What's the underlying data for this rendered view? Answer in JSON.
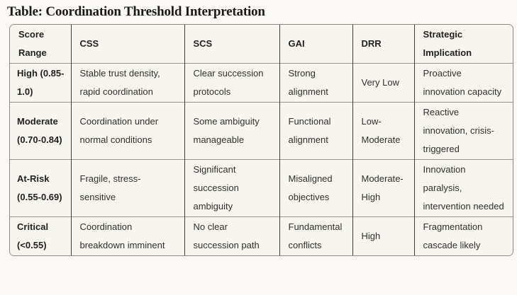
{
  "title": "Table: Coordination Threshold Interpretation",
  "colors": {
    "page_background": "#faf9f5",
    "cell_background": "#f6f5ef",
    "outer_border": "#8b8a82",
    "vertical_divider": "#3e3d39",
    "horizontal_divider": "#95948c",
    "title_text": "#1b1a17",
    "body_text": "#31302c"
  },
  "table": {
    "columns": [
      "Score Range",
      "CSS",
      "SCS",
      "GAI",
      "DRR",
      "Strategic Implication"
    ],
    "rows": [
      [
        "High (0.85-1.0)",
        "Stable trust density, rapid coordination",
        "Clear succession protocols",
        "Strong alignment",
        "Very Low",
        "Proactive innovation capacity"
      ],
      [
        "Moderate (0.70-0.84)",
        "Coordination under normal conditions",
        "Some ambiguity manageable",
        "Functional alignment",
        "Low-Moderate",
        "Reactive innovation, crisis-triggered"
      ],
      [
        "At-Risk (0.55-0.69)",
        "Fragile, stress-sensitive",
        "Significant succession ambiguity",
        "Misaligned objectives",
        "Moderate-High",
        "Innovation paralysis, intervention needed"
      ],
      [
        "Critical (<0.55)",
        "Coordination breakdown imminent",
        "No clear succession path",
        "Fundamental conflicts",
        "High",
        "Fragmentation cascade likely"
      ]
    ]
  }
}
